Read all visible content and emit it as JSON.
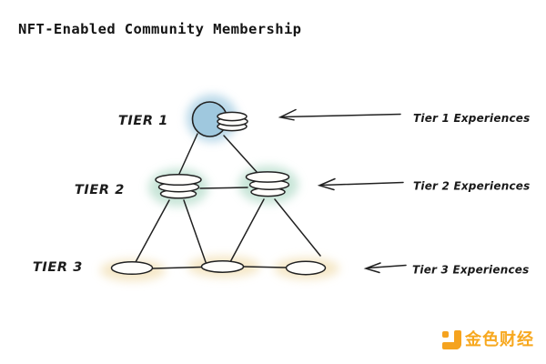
{
  "page": {
    "title": "NFT-Enabled Community Membership",
    "background_color": "#ffffff"
  },
  "diagram": {
    "type": "tier-pyramid",
    "tiers": [
      {
        "label": "TIER 1",
        "node_count": 1,
        "node_shape": "circle-with-coin-stack",
        "glow_color": "#a8cfe3",
        "experience": {
          "label": "Tier 1 Experiences"
        }
      },
      {
        "label": "TIER 2",
        "node_count": 2,
        "node_shape": "coin-stack",
        "glow_color": "#bfe1d1",
        "experience": {
          "label": "Tier 2 Experiences"
        }
      },
      {
        "label": "TIER 3",
        "node_count": 3,
        "node_shape": "ellipse",
        "glow_color": "#f3e2ba",
        "experience": {
          "label": "Tier 3 Experiences"
        }
      }
    ],
    "line_color": "#212121"
  },
  "watermark": {
    "logo_text": "金色财经",
    "color": "#f5a31f"
  }
}
